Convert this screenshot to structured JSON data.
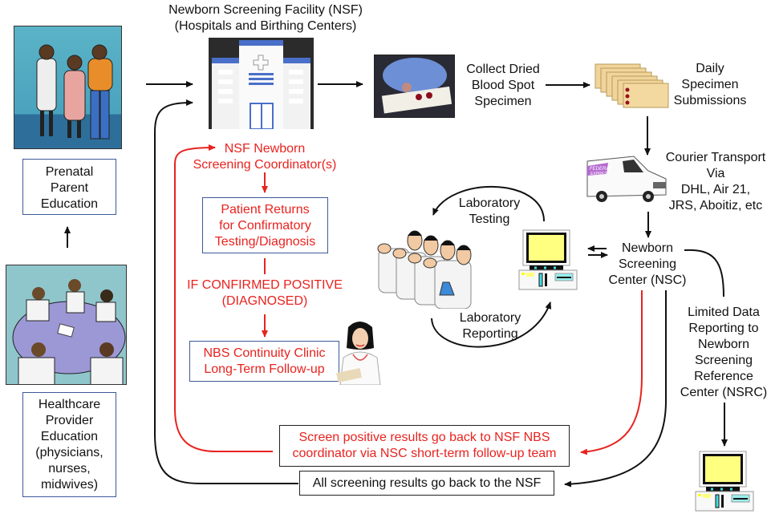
{
  "nsf": {
    "title_line1": "Newborn Screening Facility (NSF)",
    "title_line2": "(Hospitals and Birthing Centers)"
  },
  "collect": {
    "line1": "Collect Dried",
    "line2": "Blood Spot",
    "line3": "Specimen"
  },
  "daily": {
    "line1": "Daily",
    "line2": "Specimen",
    "line3": "Submissions"
  },
  "courier": {
    "line1": "Courier Transport",
    "line2": "Via",
    "line3": "DHL, Air 21,",
    "line4": "JRS, Aboitiz, etc"
  },
  "nsc": {
    "line1": "Newborn",
    "line2": "Screening",
    "line3": "Center (NSC)"
  },
  "lab": {
    "testing_line1": "Laboratory",
    "testing_line2": "Testing",
    "reporting_line1": "Laboratory",
    "reporting_line2": "Reporting"
  },
  "nsrc": {
    "line1": "Limited Data",
    "line2": "Reporting to",
    "line3": "Newborn",
    "line4": "Screening",
    "line5": "Reference",
    "line6": "Center (NSRC)"
  },
  "prenatal": {
    "line1": "Prenatal",
    "line2": "Parent",
    "line3": "Education"
  },
  "provider": {
    "line1": "Healthcare",
    "line2": "Provider",
    "line3": "Education",
    "line4": "(physicians,",
    "line5": "nurses,",
    "line6": "midwives)"
  },
  "coordinator": {
    "line1": "NSF Newborn",
    "line2": "Screening Coordinator(s)"
  },
  "patient_returns": {
    "line1": "Patient Returns",
    "line2": "for Confirmatory",
    "line3": "Testing/Diagnosis"
  },
  "confirmed": {
    "line1": "IF CONFIRMED POSITIVE",
    "line2": "(DIAGNOSED)"
  },
  "continuity": {
    "line1": "NBS Continuity Clinic",
    "line2": "Long-Term Follow-up"
  },
  "screen_positive": {
    "line1": "Screen positive results go back to NSF NBS",
    "line2": "coordinator via NSC short-term follow-up team"
  },
  "all_results": {
    "label": "All screening results go back to the NSF"
  },
  "van_logo": {
    "line1": "FEDERAL",
    "line2": "EXPRESS"
  },
  "colors": {
    "feedback_red": "#e8231f",
    "box_border_blue": "#3b5a9a",
    "monitor_yellow": "#ffff80",
    "hospital_blue": "#4a6fc9"
  }
}
